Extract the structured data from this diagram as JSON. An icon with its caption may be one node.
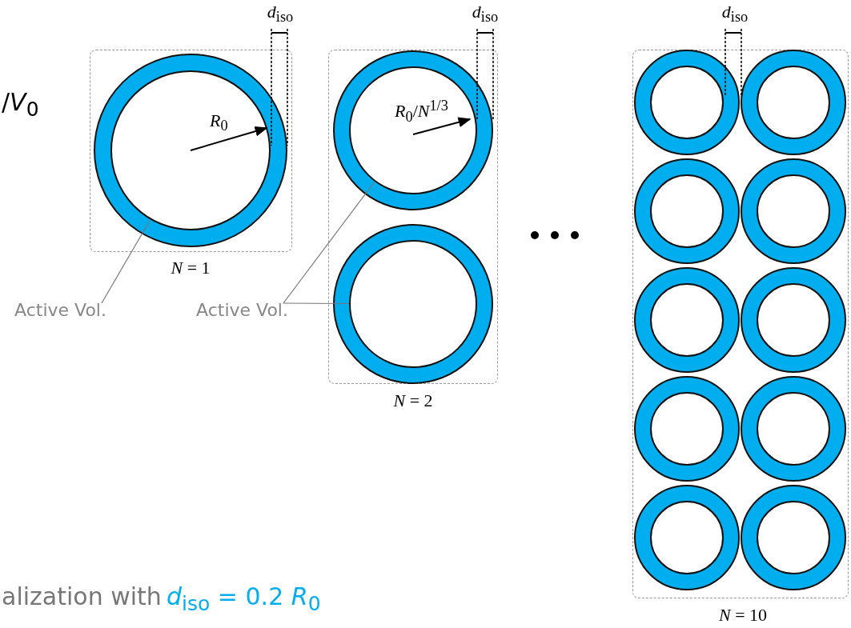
{
  "diagram": {
    "nodes": [
      {
        "text": [
          "*N* = 1"
        ]
      },
      {
        "text": [],
        "shape": "circle",
        "in": 0
      },
      {
        "text": [
          "*N* = 2"
        ]
      },
      {
        "text": [],
        "shape": "circle",
        "in": 2
      },
      {
        "text": [],
        "shape": "circle",
        "in": 2
      },
      {
        "text": [
          "*N* = 10"
        ]
      },
      {
        "text": [
          "Active Vol."
        ]
      },
      {
        "text": [
          "Active Vol."
        ]
      }
    ],
    "edges": [
      {
        "from": 6,
        "to": 1,
        "arrow": "none"
      },
      {
        "from": 7,
        "to": 3,
        "arrow": "none"
      },
      {
        "from": 7,
        "to": 4,
        "arrow": "none"
      }
    ],
    "labels": [
      "*d*$_{iso}$",
      "*d*$_{iso}$",
      "*d*$_{iso}$",
      "/*V*$_{0}$",
      "*R*$_{0}$/*N*$^{1/3}$",
      "*R*$_{0}$",
      "alization with",
      "*d*$_{iso}$ = 0.2 *R*$_{0}$"
    ]
  }
}
